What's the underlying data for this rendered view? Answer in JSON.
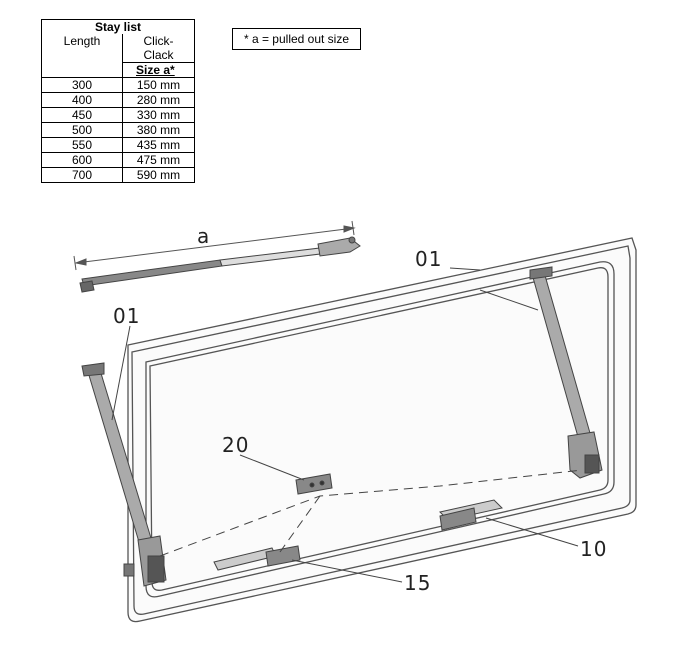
{
  "stay_list": {
    "title": "Stay list",
    "col_length": "Length",
    "col_click_clack": "Click-\nClack",
    "size_label": "Size a*",
    "rows": [
      {
        "length": "300",
        "size": "150 mm"
      },
      {
        "length": "400",
        "size": "280 mm"
      },
      {
        "length": "450",
        "size": "330 mm"
      },
      {
        "length": "500",
        "size": "380 mm"
      },
      {
        "length": "550",
        "size": "435 mm"
      },
      {
        "length": "600",
        "size": "475 mm"
      },
      {
        "length": "700",
        "size": "590 mm"
      }
    ]
  },
  "note": "* a = pulled out size",
  "diagram_labels": {
    "dimension_a": "a",
    "part_01_top": "01",
    "part_01_left": "01",
    "part_20": "20",
    "part_10": "10",
    "part_15": "15"
  }
}
